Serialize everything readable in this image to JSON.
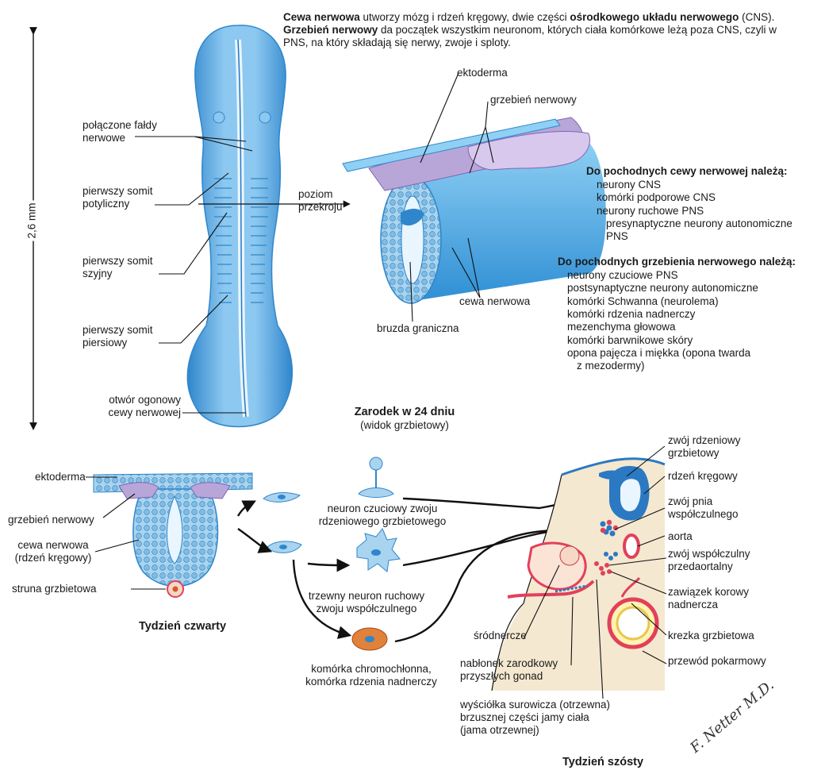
{
  "colors": {
    "embryo": "#62aee6",
    "embryo_dark": "#2f86cc",
    "tube": "#2b79c2",
    "tissue": "#f4e8d0",
    "membrane": "#e2405a",
    "crest": "#b9a6d8",
    "ecto": "#4fa3e0",
    "nodule": "#d4582a"
  },
  "intro": {
    "b1": "Cewa nerwowa",
    "t1": " utworzy mózg i rdzeń kręgowy, dwie części ",
    "b2": "ośrodkowego układu nerwowego",
    "t2": " (CNS). ",
    "b3": "Grzebień nerwowy",
    "t3": " da początek wszystkim neuronom, których ciała komórkowe leżą poza CNS, czyli w PNS, na który składają się nerwy, zwoje i sploty."
  },
  "scale_label": "2,6 mm",
  "embryo": {
    "title": "Zarodek w 24 dniu",
    "subtitle": "(widok grzbietowy)",
    "labels": {
      "folds": "połączone fałdy\nnerwowe",
      "occipital": "pierwszy somit\npotyliczny",
      "cervical": "pierwszy somit\nszyjny",
      "thoracic": "pierwszy somit\npiersiowy",
      "caudal": "otwór ogonowy\ncewy nerwowej",
      "section_level": "poziom\nprzekroju"
    }
  },
  "section": {
    "ectoderm": "ektoderma",
    "crest": "grzebień nerwowy",
    "tube": "cewa nerwowa",
    "sulcus": "bruzda graniczna"
  },
  "derivatives": {
    "tube_heading": "Do pochodnych cewy nerwowej należą:",
    "tube_items": [
      "neurony CNS",
      "komórki podporowe CNS",
      "neurony ruchowe PNS",
      "presynaptyczne neurony autonomiczne",
      "PNS"
    ],
    "crest_heading": "Do pochodnych grzebienia nerwowego należą:",
    "crest_items": [
      "neurony czuciowe PNS",
      "postsynaptyczne neurony autonomiczne",
      "komórki Schwanna (neurolema)",
      "komórki rdzenia nadnerczy",
      "mezenchyma głowowa",
      "komórki barwnikowe skóry",
      "opona pajęcza i miękka (opona twarda",
      "z mezodermy)"
    ]
  },
  "week4": {
    "title": "Tydzień czwarty",
    "ectoderm": "ektoderma",
    "crest": "grzebień nerwowy",
    "tube": "cewa nerwowa\n(rdzeń kręgowy)",
    "notochord": "struna grzbietowa"
  },
  "cells": {
    "sensory": "neuron czuciowy zwoju\nrdzeniowego grzbietowego",
    "visceral": "trzewny neuron ruchowy\nzwoju współczulnego",
    "chromaffin": "komórka chromochłonna,\nkomórka rdzenia nadnerczy"
  },
  "week6": {
    "title": "Tydzień szósty",
    "drg": "zwój rdzeniowy\ngrzbietowy",
    "cord": "rdzeń kręgowy",
    "sympathetic_trunk": "zwój pnia\nwspółczulnego",
    "aorta": "aorta",
    "preaortic": "zwój współczulny\nprzedaortalny",
    "adrenal_cortex": "zawiązek korowy\nnadnercza",
    "mesentery": "krezka grzbietowa",
    "gut": "przewód pokarmowy",
    "mesonephros": "śródnercze",
    "gonad": "nabłonek zarodkowy\nprzyszłych gonad",
    "serosa": "wyściółka surowicza (otrzewna)\nbrzusznej części jamy ciała\n(jama otrzewnej)"
  },
  "signature": "F. Netter M.D."
}
